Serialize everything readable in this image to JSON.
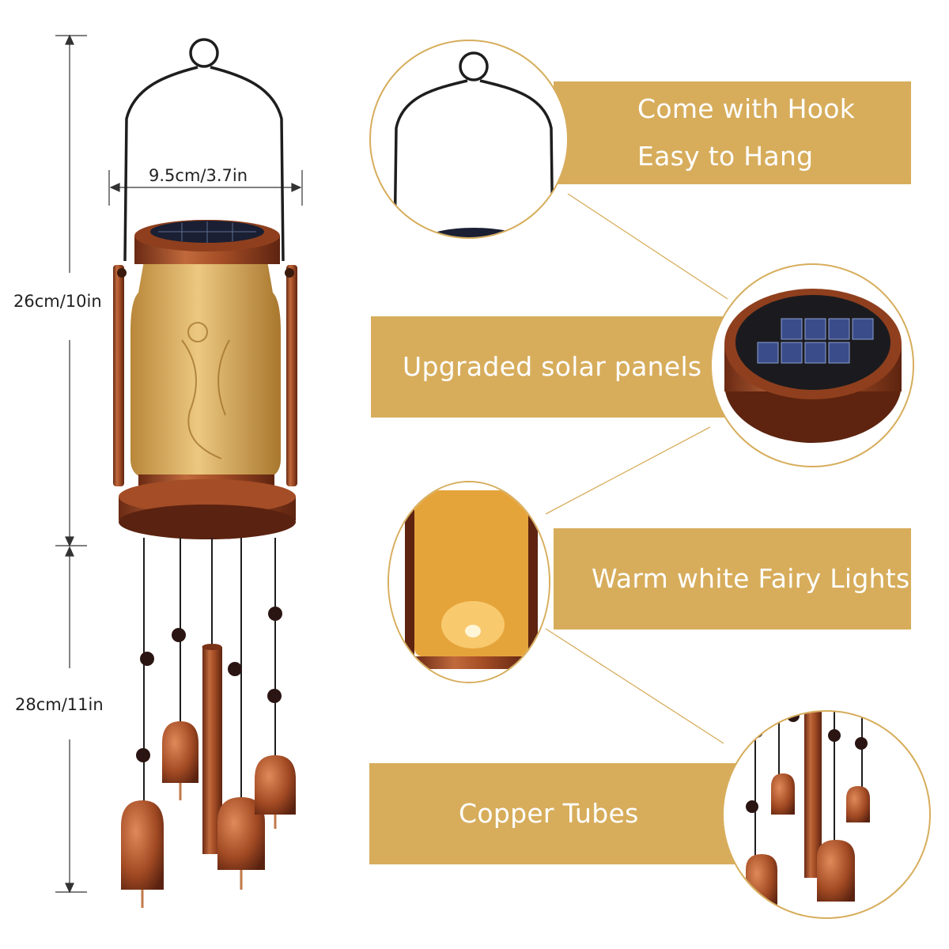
{
  "dimensions": {
    "width_label": "9.5cm/3.7in",
    "height_lantern_label": "26cm/10in",
    "height_chime_label": "28cm/11in"
  },
  "features": [
    {
      "line1": "Come with Hook",
      "line2": "Easy to Hang"
    },
    {
      "line1": "Upgraded solar panels"
    },
    {
      "line1": "Warm white Fairy Lights"
    },
    {
      "line1": "Copper Tubes"
    }
  ],
  "colors": {
    "banner": "#d7ad5c",
    "copper": "#a8512b",
    "amber_glass": "#d9a94a",
    "iron": "#1e1e1e"
  }
}
